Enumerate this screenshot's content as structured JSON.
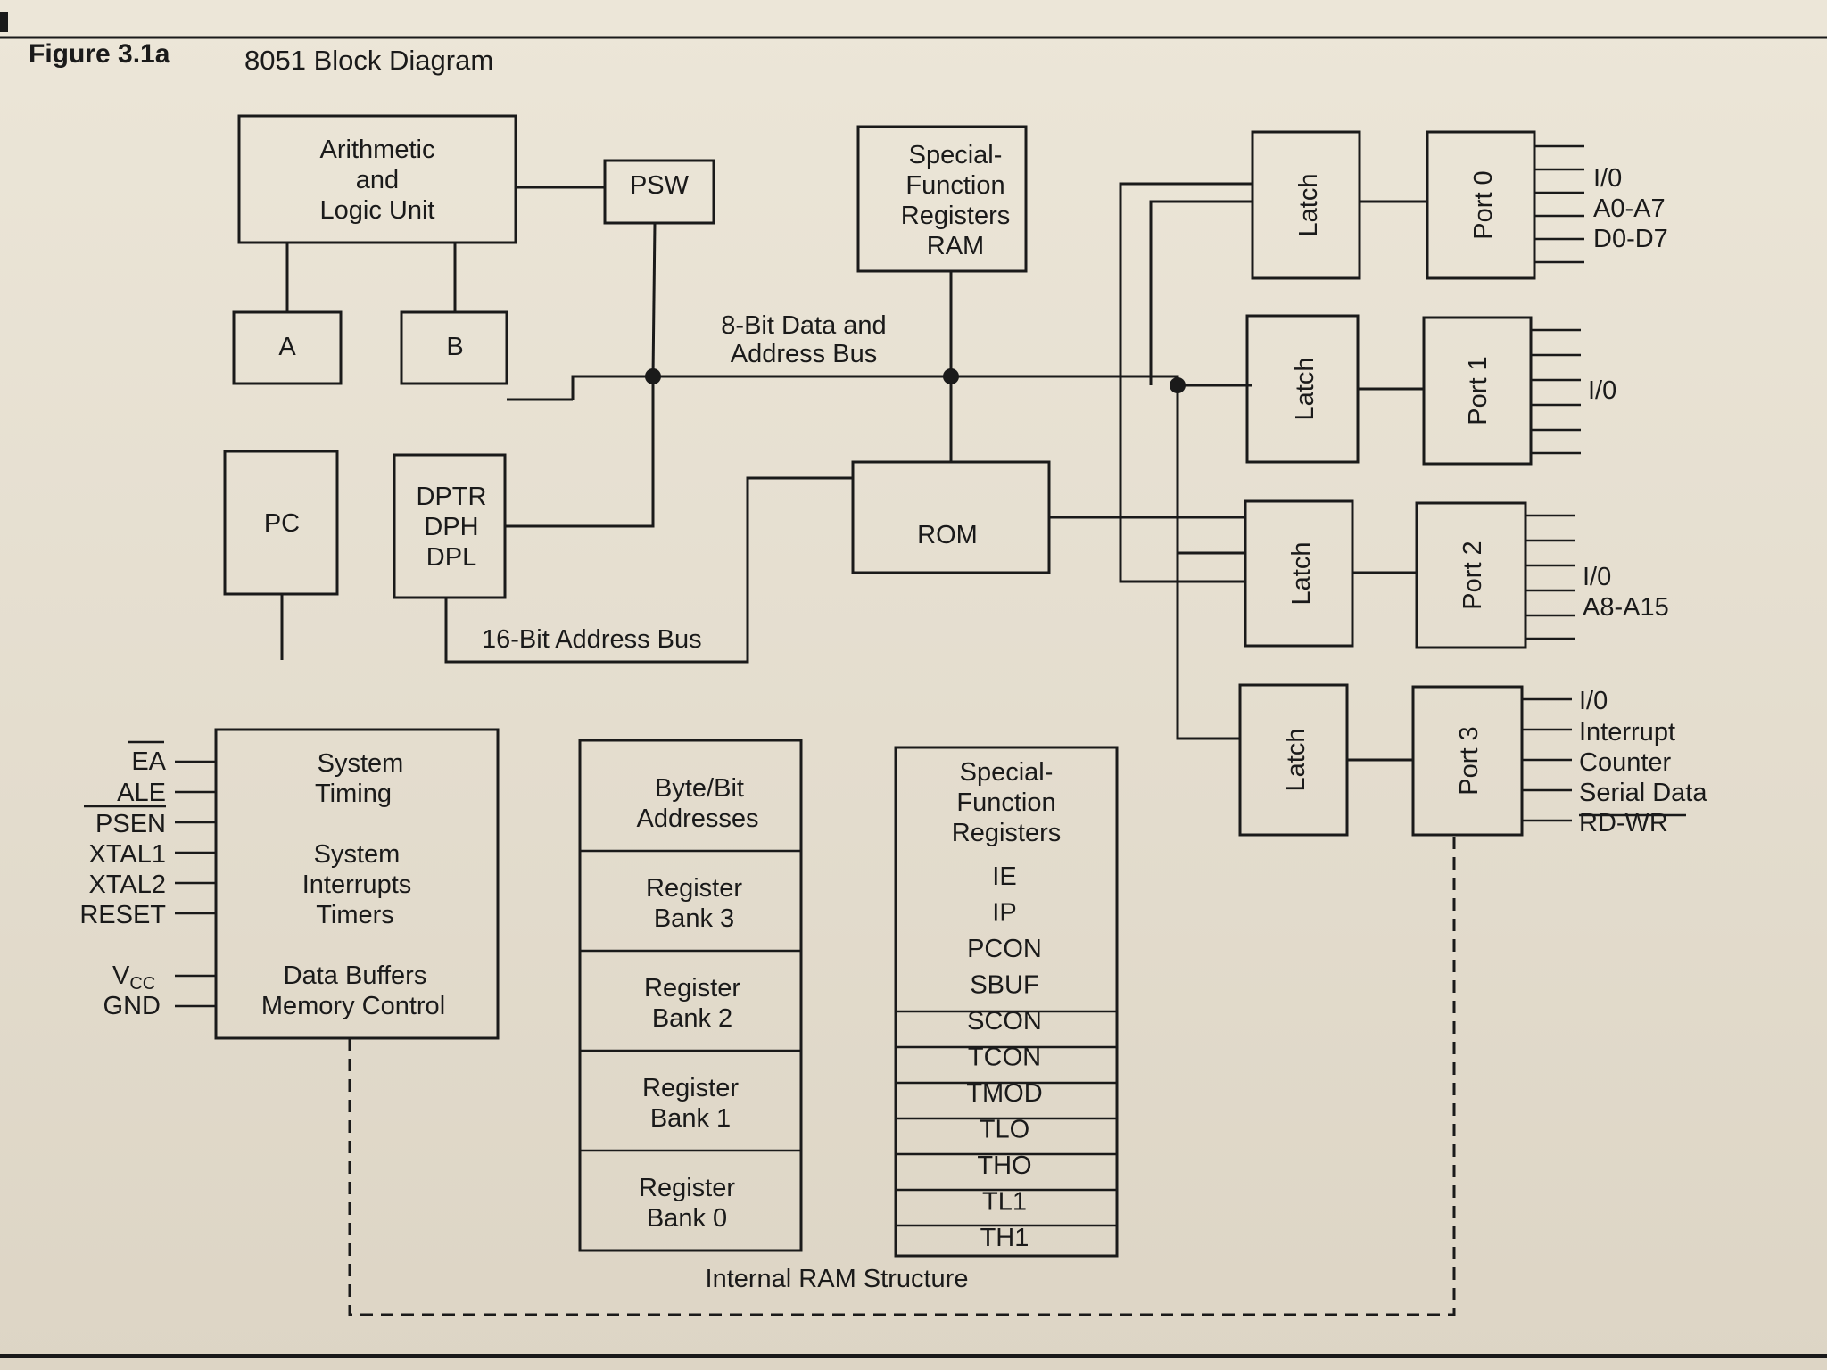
{
  "figure": {
    "number": "Figure 3.1a",
    "title": "8051 Block Diagram"
  },
  "blocks": {
    "alu": [
      "Arithmetic",
      "and",
      "Logic Unit"
    ],
    "psw": "PSW",
    "a": "A",
    "b": "B",
    "sfr_ram": [
      "Special-",
      "Function",
      "Registers",
      "RAM"
    ],
    "pc": "PC",
    "dptr": [
      "DPTR",
      "DPH",
      "DPL"
    ],
    "rom": "ROM",
    "latch": "Latch",
    "ports": [
      "Port 0",
      "Port 1",
      "Port 2",
      "Port 3"
    ],
    "system": [
      "System",
      "Timing",
      "System",
      "Interrupts",
      "Timers",
      "Data Buffers",
      "Memory Control"
    ]
  },
  "bus_labels": {
    "data_bus": [
      "8-Bit Data and",
      "Address Bus"
    ],
    "address_bus": "16-Bit Address Bus"
  },
  "port_signals": {
    "port0": [
      "I/0",
      "A0-A7",
      "D0-D7"
    ],
    "port1": [
      "I/0"
    ],
    "port2": [
      "I/0",
      "A8-A15"
    ],
    "port3": [
      "I/0",
      "Interrupt",
      "Counter",
      "Serial Data",
      "RD-WR"
    ]
  },
  "control_pins": [
    "EA",
    "ALE",
    "PSEN",
    "XTAL1",
    "XTAL2",
    "RESET",
    "V",
    "GND"
  ],
  "vcc_subscript": "CC",
  "ram_structure": {
    "byte_bit": [
      "Byte/Bit",
      "Addresses"
    ],
    "banks": [
      [
        "Register",
        "Bank 3"
      ],
      [
        "Register",
        "Bank 2"
      ],
      [
        "Register",
        "Bank 1"
      ],
      [
        "Register",
        "Bank 0"
      ]
    ],
    "caption": "Internal RAM Structure"
  },
  "sfr_list": {
    "header": [
      "Special-",
      "Function",
      "Registers"
    ],
    "registers": [
      "IE",
      "IP",
      "PCON",
      "SBUF",
      "SCON",
      "TCON",
      "TMOD",
      "TLO",
      "THO",
      "TL1",
      "TH1"
    ]
  }
}
